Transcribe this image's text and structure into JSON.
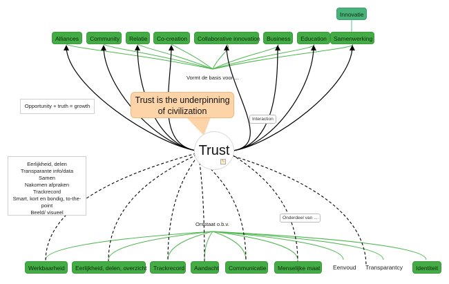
{
  "central_node": {
    "label": "Trust"
  },
  "callout": {
    "text": "Trust is the underpinning of civilization",
    "line1": "Trust is the underpinning",
    "line2": "of civilization"
  },
  "top_group": {
    "connector_label": "Vormt de basis voor ...",
    "nodes": [
      {
        "id": "alliances",
        "label": "Alliances"
      },
      {
        "id": "community",
        "label": "Community"
      },
      {
        "id": "relatie",
        "label": "Relatie"
      },
      {
        "id": "co-creation",
        "label": "Co-creation"
      },
      {
        "id": "collaborative-innovation",
        "label": "Collaborative innovation"
      },
      {
        "id": "business",
        "label": "Business"
      },
      {
        "id": "education",
        "label": "Education"
      },
      {
        "id": "samenwerking",
        "label": "Samenwerking"
      }
    ],
    "child_of_samenwerking": {
      "label": "Innovatie"
    }
  },
  "bottom_group": {
    "connector_label": "Ontstaat o.b.v.",
    "nodes": [
      {
        "id": "werkbaarheid",
        "label": "Werkbaarheid",
        "boxed": true
      },
      {
        "id": "eerlijkheid",
        "label": "Eerlijkheid, delen, overzicht",
        "boxed": true
      },
      {
        "id": "trackrecord",
        "label": "Trackrecord",
        "boxed": true
      },
      {
        "id": "aandacht",
        "label": "Aandacht",
        "boxed": true
      },
      {
        "id": "communicatie",
        "label": "Communicatie",
        "boxed": true
      },
      {
        "id": "menselijke-maat",
        "label": "Menselijke maat",
        "boxed": true
      },
      {
        "id": "eenvoud",
        "label": "Eenvoud",
        "boxed": false
      },
      {
        "id": "transparantcy",
        "label": "Transparantcy",
        "boxed": false
      },
      {
        "id": "identiteit",
        "label": "Identiteit",
        "boxed": true
      }
    ]
  },
  "relation_labels": {
    "interaction": "Interaction",
    "onderdeel": "Onderdeel van ..."
  },
  "notes": {
    "formula": "Opportunity + truth = growth",
    "list": [
      "Eerlijkheid, delen",
      "Transparante info/data",
      "Samen",
      "Nakomen afpraken",
      "Trackrecord",
      "Smart, kort en bondig, to-the-",
      "point",
      "Beeld/ visueel"
    ]
  },
  "colors": {
    "node_green": "#44ac45",
    "node_teal": "#47b27a",
    "callout": "#fcd4a8",
    "green_line": "#4cb84e",
    "arrow": "#000000"
  }
}
